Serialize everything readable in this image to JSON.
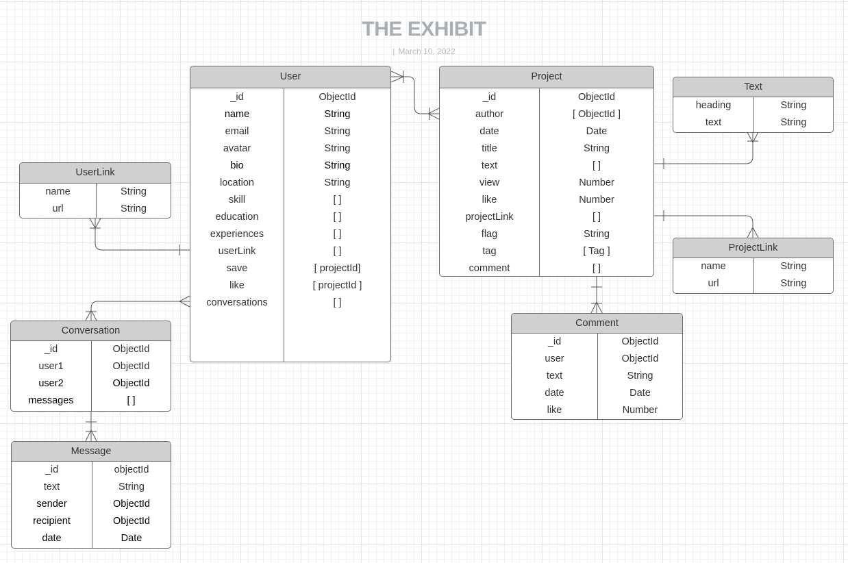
{
  "title": "THE EXHIBIT",
  "date": "March 10, 2022",
  "entities": {
    "user": {
      "name": "User",
      "fields": [
        {
          "name": "_id",
          "type": "ObjectId"
        },
        {
          "name": "name",
          "type": "String"
        },
        {
          "name": "email",
          "type": "String"
        },
        {
          "name": "avatar",
          "type": "String"
        },
        {
          "name": "bio",
          "type": "String"
        },
        {
          "name": "location",
          "type": "String"
        },
        {
          "name": "skill",
          "type": "[ ]"
        },
        {
          "name": "education",
          "type": "[ ]"
        },
        {
          "name": "experiences",
          "type": "[ ]"
        },
        {
          "name": "userLink",
          "type": "[ ]"
        },
        {
          "name": "save",
          "type": "[ projectId]"
        },
        {
          "name": "like",
          "type": "[ projectId ]"
        },
        {
          "name": "conversations",
          "type": "[ ]"
        }
      ]
    },
    "project": {
      "name": "Project",
      "fields": [
        {
          "name": "_id",
          "type": "ObjectId"
        },
        {
          "name": "author",
          "type": "[ ObjectId ]"
        },
        {
          "name": "date",
          "type": "Date"
        },
        {
          "name": "title",
          "type": "String"
        },
        {
          "name": "text",
          "type": "[ ]"
        },
        {
          "name": "view",
          "type": "Number"
        },
        {
          "name": "like",
          "type": "Number"
        },
        {
          "name": "projectLink",
          "type": "[ ]"
        },
        {
          "name": "flag",
          "type": "String"
        },
        {
          "name": "tag",
          "type": "[ Tag ]"
        },
        {
          "name": "comment",
          "type": "[ ]"
        }
      ]
    },
    "text": {
      "name": "Text",
      "fields": [
        {
          "name": "heading",
          "type": "String"
        },
        {
          "name": "text",
          "type": "String"
        }
      ]
    },
    "userlink": {
      "name": "UserLink",
      "fields": [
        {
          "name": "name",
          "type": "String"
        },
        {
          "name": "url",
          "type": "String"
        }
      ]
    },
    "projectlink": {
      "name": "ProjectLink",
      "fields": [
        {
          "name": "name",
          "type": "String"
        },
        {
          "name": "url",
          "type": "String"
        }
      ]
    },
    "conversation": {
      "name": "Conversation",
      "fields": [
        {
          "name": "_id",
          "type": "ObjectId"
        },
        {
          "name": "user1",
          "type": "ObjectId"
        },
        {
          "name": "user2",
          "type": "ObjectId"
        },
        {
          "name": "messages",
          "type": "[ ]"
        }
      ]
    },
    "comment": {
      "name": "Comment",
      "fields": [
        {
          "name": "_id",
          "type": "ObjectId"
        },
        {
          "name": "user",
          "type": "ObjectId"
        },
        {
          "name": "text",
          "type": "String"
        },
        {
          "name": "date",
          "type": "Date"
        },
        {
          "name": "like",
          "type": "Number"
        }
      ]
    },
    "message": {
      "name": "Message",
      "fields": [
        {
          "name": "_id",
          "type": "objectId"
        },
        {
          "name": "text",
          "type": "String"
        },
        {
          "name": "sender",
          "type": "ObjectId"
        },
        {
          "name": "recipient",
          "type": "ObjectId"
        },
        {
          "name": "date",
          "type": "Date"
        }
      ]
    }
  },
  "colors": {
    "header": "#d0d0d0",
    "border": "#6b6b6b",
    "title": "#a9adb5",
    "line": "#555555"
  }
}
